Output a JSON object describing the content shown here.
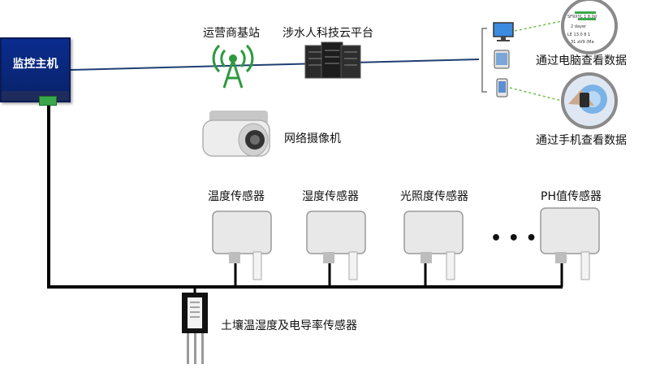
{
  "host": {
    "label": "监控主机"
  },
  "network": {
    "base_station": "运营商基站",
    "cloud_platform": "涉水人科技云平台",
    "pc_view": "通过电脑查看数据",
    "phone_view": "通过手机查看数据",
    "pc_screen_text": [
      "SF9XYL 1 8.0d",
      "2 dayer",
      "LE 13.0 8 1",
      "31 aV9 (Ma"
    ]
  },
  "camera": {
    "label": "网络摄像机"
  },
  "sensors": [
    {
      "label": "温度传感器"
    },
    {
      "label": "湿度传感器"
    },
    {
      "label": "光照度传感器"
    },
    {
      "label": "PH值传感器"
    }
  ],
  "ellipsis": "• • •",
  "soil_sensor": {
    "label": "土壤温湿度及电导率传感器"
  },
  "colors": {
    "host_blue": "#0a2c8e",
    "line_black": "#000000",
    "net_line_blue": "#1f3f73",
    "signal_green": "#2e9a3e",
    "link_dash": "#6fbf4a"
  }
}
